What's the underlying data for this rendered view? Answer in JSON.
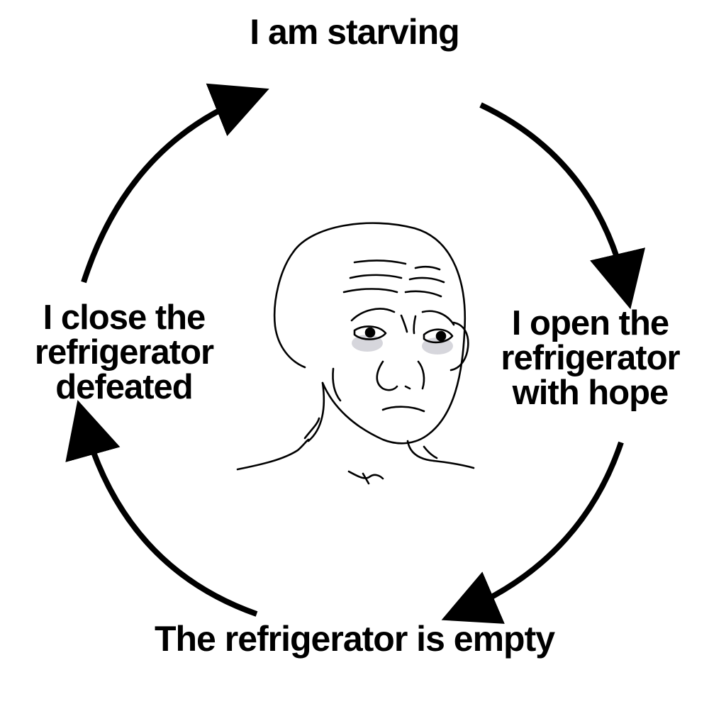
{
  "cycle": {
    "steps": [
      {
        "lines": [
          "I am starving"
        ]
      },
      {
        "lines": [
          "I open the",
          "refrigerator",
          "with hope"
        ]
      },
      {
        "lines": [
          "The refrigerator is empty"
        ]
      },
      {
        "lines": [
          "I close the",
          "refrigerator",
          "defeated"
        ]
      }
    ]
  },
  "colors": {
    "background": "#ffffff",
    "ink": "#000000",
    "eye_shadow": "#8a8a9a"
  },
  "center_figure": {
    "icon": "sad-wojak-face-drawing"
  }
}
